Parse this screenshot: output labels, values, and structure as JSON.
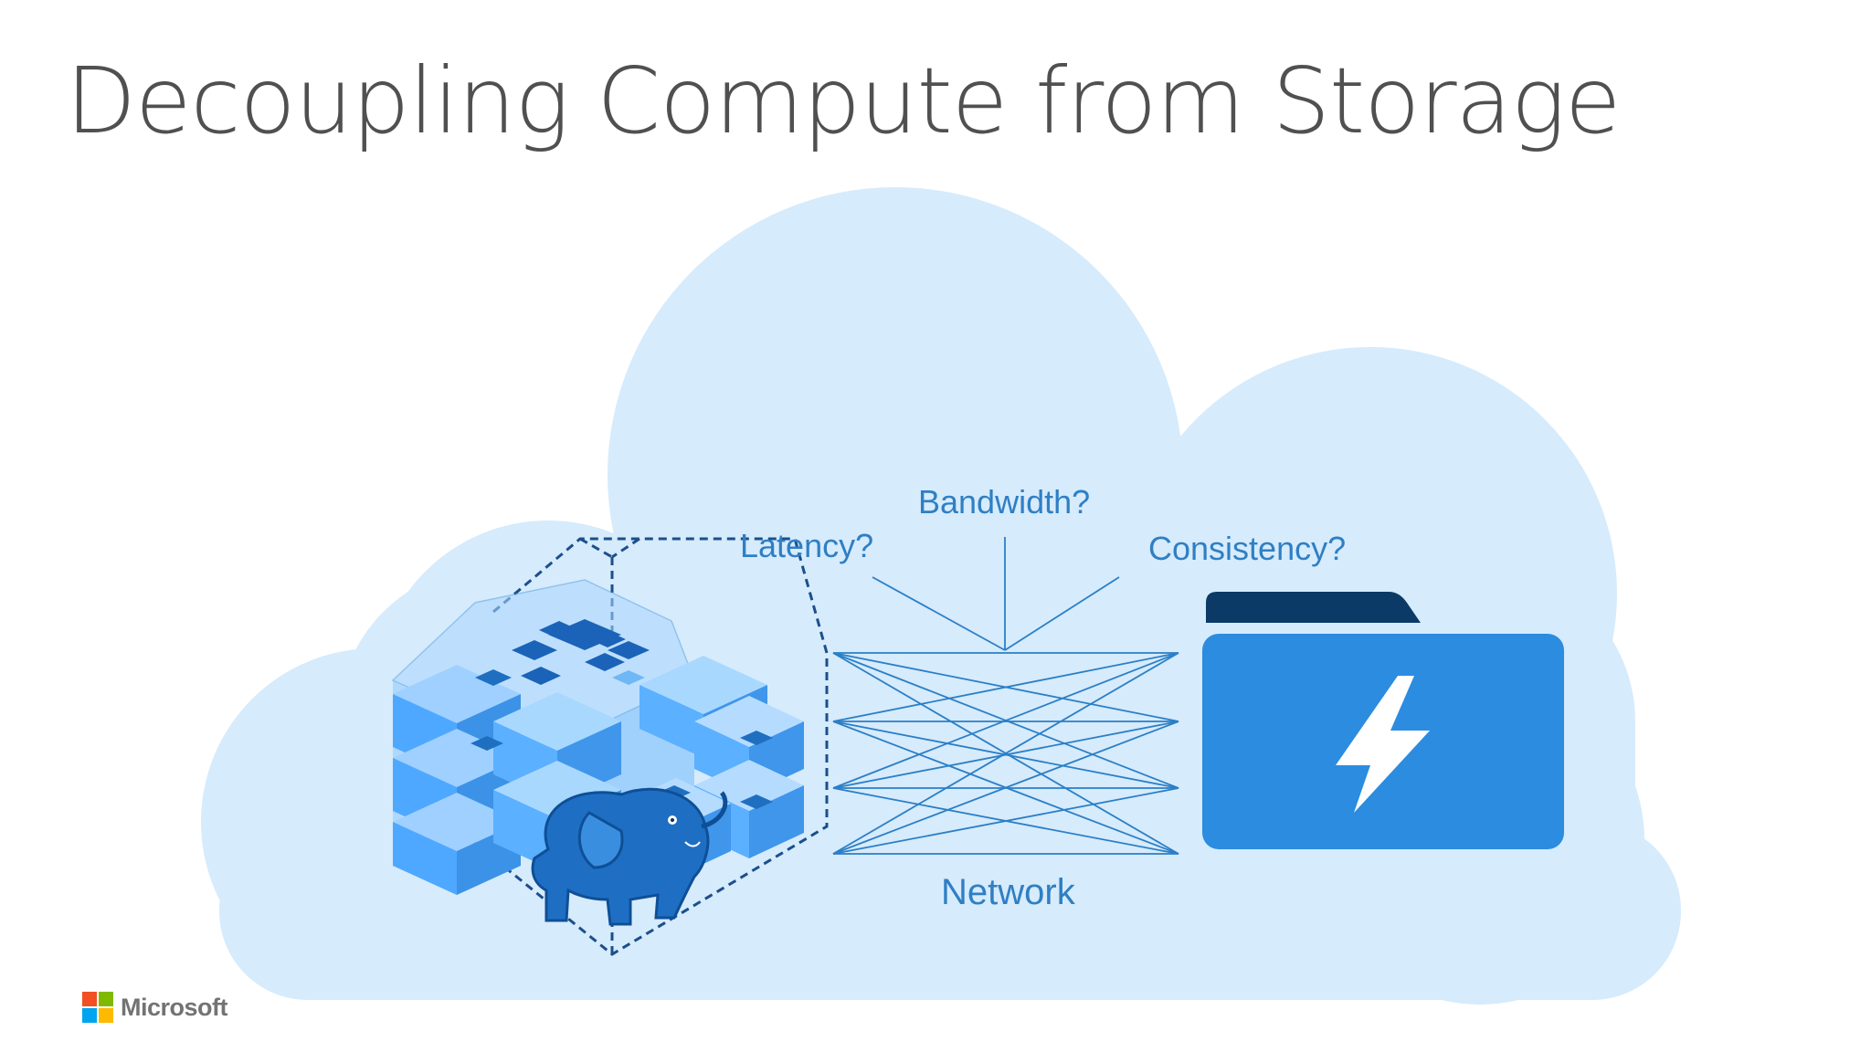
{
  "title": "Decoupling Compute from Storage",
  "labels": {
    "latency": "Latency?",
    "bandwidth": "Bandwidth?",
    "consistency": "Consistency?",
    "network": "Network"
  },
  "footer": {
    "brand": "Microsoft"
  },
  "icons": {
    "cloud": "cloud-shape",
    "compute": "compute-cluster-cubes-icon",
    "mascot": "elephant-icon",
    "storage": "folder-lightning-icon",
    "brand": "microsoft-logo-icon"
  },
  "colors": {
    "cloud": "#d6ebfc",
    "label": "#2f7fc4",
    "network_lines": "#2b7fc6",
    "folder_front": "#2b8ce0",
    "folder_tab": "#0b3a66",
    "cube_light": "#7fc4ff",
    "cube_mid": "#4ea8ff",
    "cube_dark": "#1f6fc0",
    "ms_red": "#f25022",
    "ms_green": "#7fba00",
    "ms_blue": "#00a4ef",
    "ms_yellow": "#ffb900"
  }
}
